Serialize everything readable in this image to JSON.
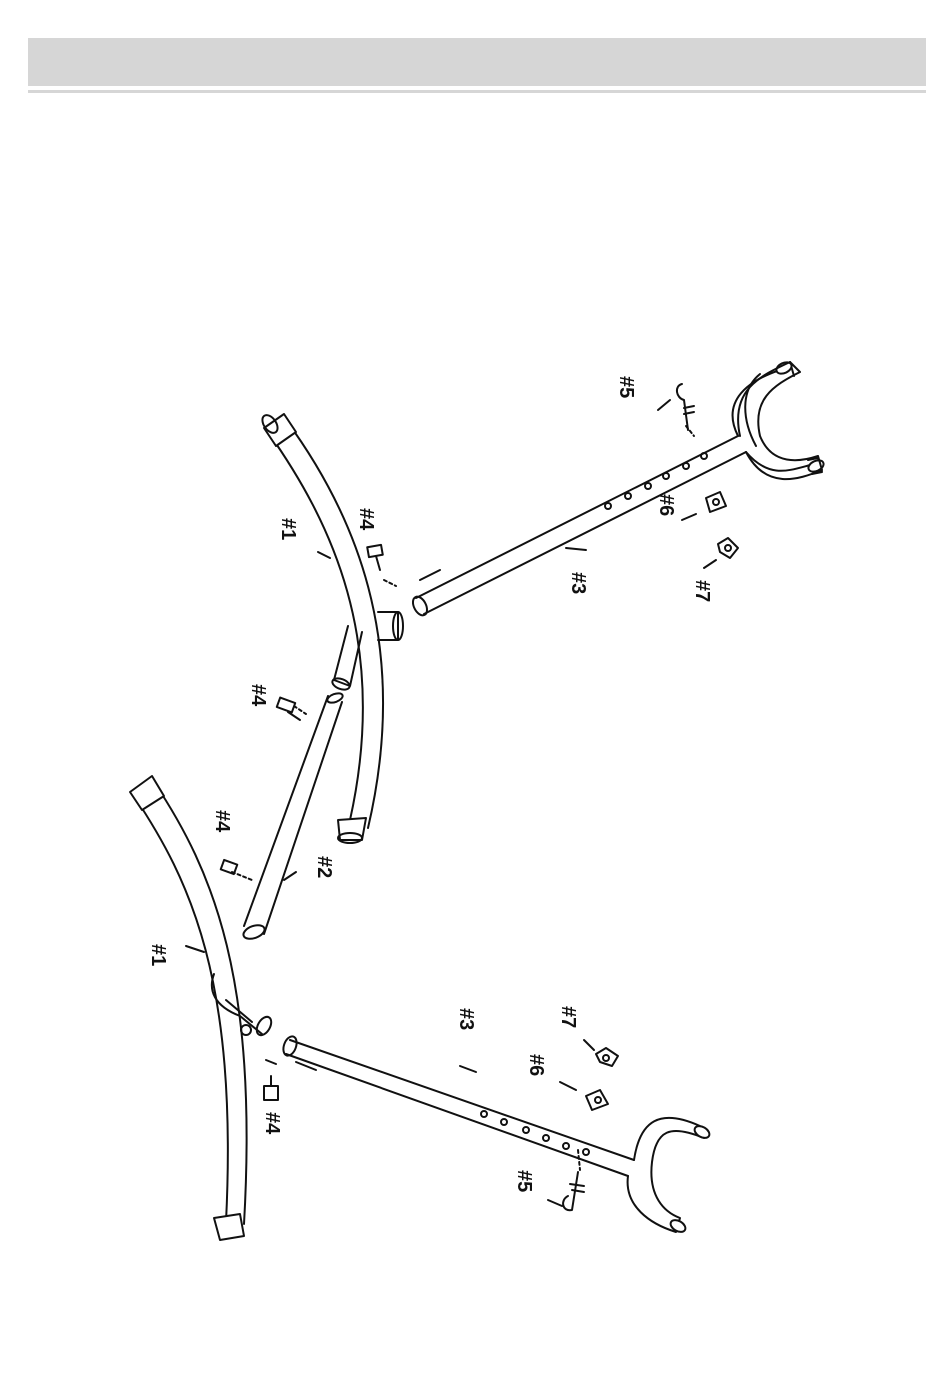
{
  "header": {
    "bar_color": "#d6d6d6"
  },
  "diagram": {
    "labels": {
      "top_part1": "#1",
      "top_part3": "#3",
      "top_part4_upper": "#4",
      "top_part4_middle": "#4",
      "top_part5": "#5",
      "top_part6": "#6",
      "top_part7": "#7",
      "bottom_part1": "#1",
      "bottom_part2": "#2",
      "bottom_part3": "#3",
      "bottom_part4_upper": "#4",
      "bottom_part4_lower": "#4",
      "bottom_part5": "#5",
      "bottom_part6": "#6",
      "bottom_part7": "#7"
    }
  }
}
